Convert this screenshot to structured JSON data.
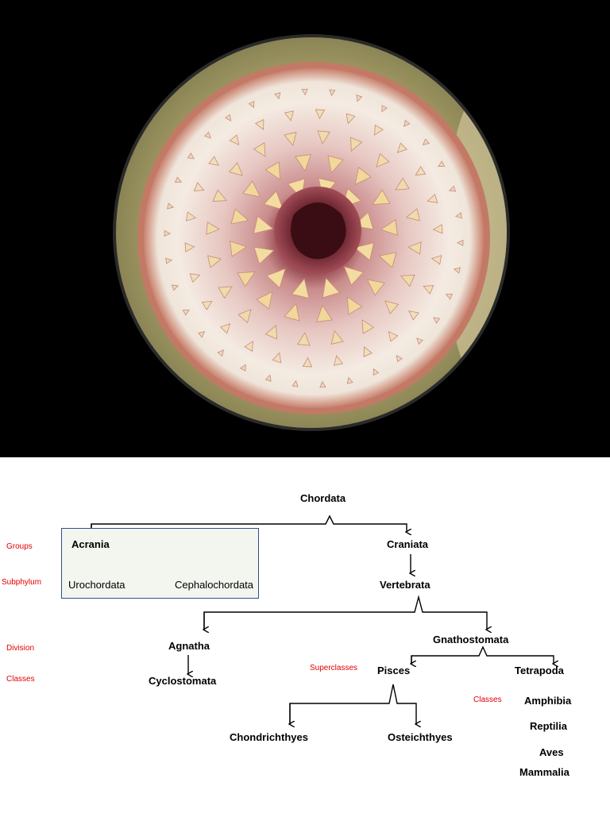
{
  "photo": {
    "subject": "lamprey-oral-disc-with-teeth",
    "background_color": "#000000"
  },
  "side_labels": {
    "groups": "Groups",
    "subphylum": "Subphylum",
    "division": "Division",
    "classes_left": "Classes",
    "superclasses": "Superclasses",
    "classes_right": "Classes"
  },
  "nodes": {
    "chordata": "Chordata",
    "acrania": "Acrania",
    "craniata": "Craniata",
    "urochordata": "Urochordata",
    "cephalochordata": "Cephalochordata",
    "vertebrata": "Vertebrata",
    "agnatha": "Agnatha",
    "gnathostomata": "Gnathostomata",
    "cyclostomata": "Cyclostomata",
    "pisces": "Pisces",
    "tetrapoda": "Tetrapoda",
    "chondrichthyes": "Chondrichthyes",
    "osteichthyes": "Osteichthyes",
    "tetrapod_classes": [
      "Amphibia",
      "Reptilia",
      "Aves",
      "Mammalia"
    ]
  },
  "colors": {
    "label_red": "#e00000",
    "box_border": "#2f4f8a",
    "box_fill": "#f3f5ef"
  }
}
